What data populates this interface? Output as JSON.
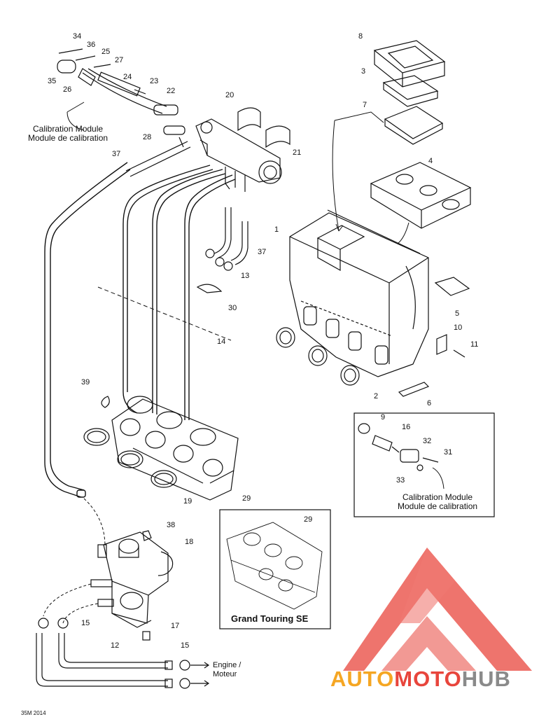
{
  "diagram": {
    "labels": {
      "n34": "34",
      "n36": "36",
      "n25": "25",
      "n27": "27",
      "n35": "35",
      "n26": "26",
      "n24": "24",
      "n23": "23",
      "n22": "22",
      "n28": "28",
      "n37a": "37",
      "n37b": "37",
      "n20": "20",
      "n21": "21",
      "n13": "13",
      "n30": "30",
      "n14": "14",
      "n39": "39",
      "n19": "19",
      "n29a": "29",
      "n29b": "29",
      "n38": "38",
      "n18": "18",
      "n15a": "15",
      "n15b": "15",
      "n17": "17",
      "n12": "12",
      "n8": "8",
      "n3": "3",
      "n7": "7",
      "n4": "4",
      "n1": "1",
      "n5": "5",
      "n10": "10",
      "n11": "11",
      "n2": "2",
      "n6": "6",
      "n9": "9",
      "n16": "16",
      "n32": "32",
      "n31": "31",
      "n33": "33"
    },
    "calibration_top": {
      "line1": "Calibration Module",
      "line2": "Module de calibration"
    },
    "calibration_box": {
      "line1": "Calibration Module",
      "line2": "Module de calibration"
    },
    "engine": {
      "line1": "Engine /",
      "line2": "Moteur"
    },
    "inset_title": "Grand Touring SE",
    "code": "35M 2014"
  },
  "watermark": {
    "part1": "AUTO",
    "part2": "MOTO",
    "part3": "HUB",
    "colors": {
      "red": "#e8453c",
      "orange": "#f5a623",
      "gray": "#8a8a8a"
    }
  }
}
